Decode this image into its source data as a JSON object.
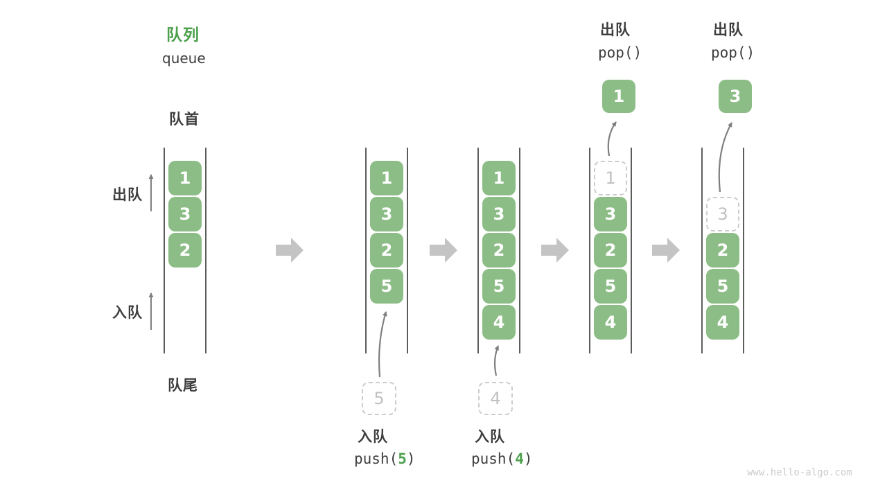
{
  "colors": {
    "box-green": "#8dbd86",
    "accent-green": "#4ca04c",
    "text-dark": "#3d3d3d",
    "line-dark": "#5c5c5c",
    "block-arrow-gray": "#c4c4c4",
    "thin-arrow-gray": "#7f7f7f",
    "dashed-border": "#cccccc",
    "ghost-text": "#c0c0c0",
    "watermark-gray": "#cccccc"
  },
  "title": {
    "zh": "队列",
    "en": "queue"
  },
  "labels": {
    "front": "队首",
    "rear": "队尾",
    "dequeue": "出队",
    "enqueue": "入队"
  },
  "states": [
    {
      "slots": [
        "1",
        "3",
        "2"
      ]
    },
    {
      "slots": [
        "1",
        "3",
        "2",
        "5"
      ],
      "pending": "5",
      "op": {
        "label": "入队",
        "code_pre": "push(",
        "code_arg": "5",
        "code_post": ")"
      }
    },
    {
      "slots": [
        "1",
        "3",
        "2",
        "5",
        "4"
      ],
      "pending": "4",
      "op": {
        "label": "入队",
        "code_pre": "push(",
        "code_arg": "4",
        "code_post": ")"
      }
    },
    {
      "ghost": "1",
      "slots": [
        "3",
        "2",
        "5",
        "4"
      ],
      "popped": "1",
      "op": {
        "label": "出队",
        "code_pre": "pop(",
        "code_arg": "",
        "code_post": ")"
      }
    },
    {
      "ghost": "3",
      "slots": [
        "2",
        "5",
        "4"
      ],
      "popped": "3",
      "op": {
        "label": "出队",
        "code_pre": "pop(",
        "code_arg": "",
        "code_post": ")"
      }
    }
  ],
  "watermark": "www.hello-algo.com"
}
